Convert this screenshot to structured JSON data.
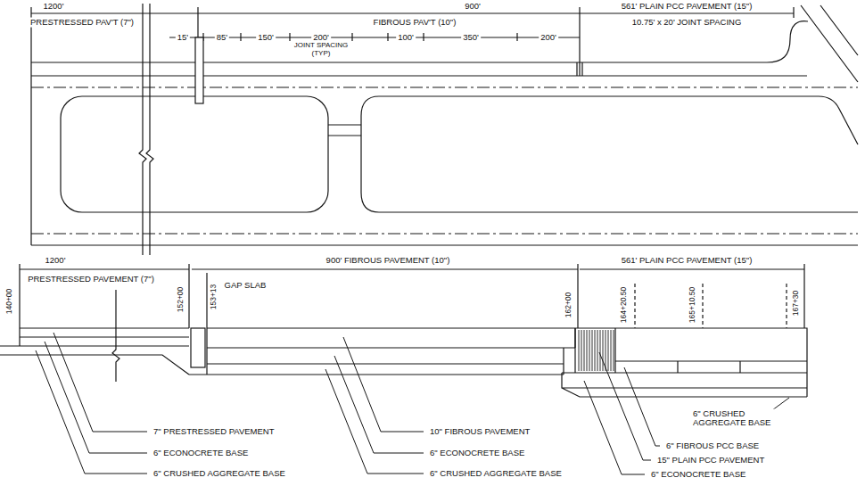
{
  "diagram": {
    "labels": [
      "1200'",
      "PRESTRESSED PAV'T (7\")",
      "900'",
      "FIBROUS PAV'T (10\")",
      "561' PLAIN PCC PAVEMENT (15\")",
      "10.75' x 20' JOINT SPACING",
      "15'",
      "85'",
      "150'",
      "200'",
      "JOINT SPACING (TYP)",
      "100'",
      "350'",
      "200'",
      "1200'",
      "PRESTRESSED PAVEMENT (7\")",
      "900' FIBROUS PAVEMENT (10\")",
      "561' PLAIN PCC PAVEMENT (15\")",
      "140+00",
      "152+00",
      "GAP SLAB",
      "153+13",
      "162+00",
      "164+20.50",
      "165+10.50",
      "167+30",
      "7\" PRESTRESSED PAVEMENT",
      "6\" ECONOCRETE BASE",
      "6\" CRUSHED AGGREGATE BASE",
      "10\" FIBROUS PAVEMENT",
      "6\" ECONOCRETE BASE",
      "6\" CRUSHED AGGREGATE BASE",
      "6\" CRUSHED AGGREGATE BASE",
      "6\" FIBROUS PCC BASE",
      "15\" PLAIN PCC PAVEMENT",
      "6\" ECONOCRETE BASE"
    ]
  }
}
